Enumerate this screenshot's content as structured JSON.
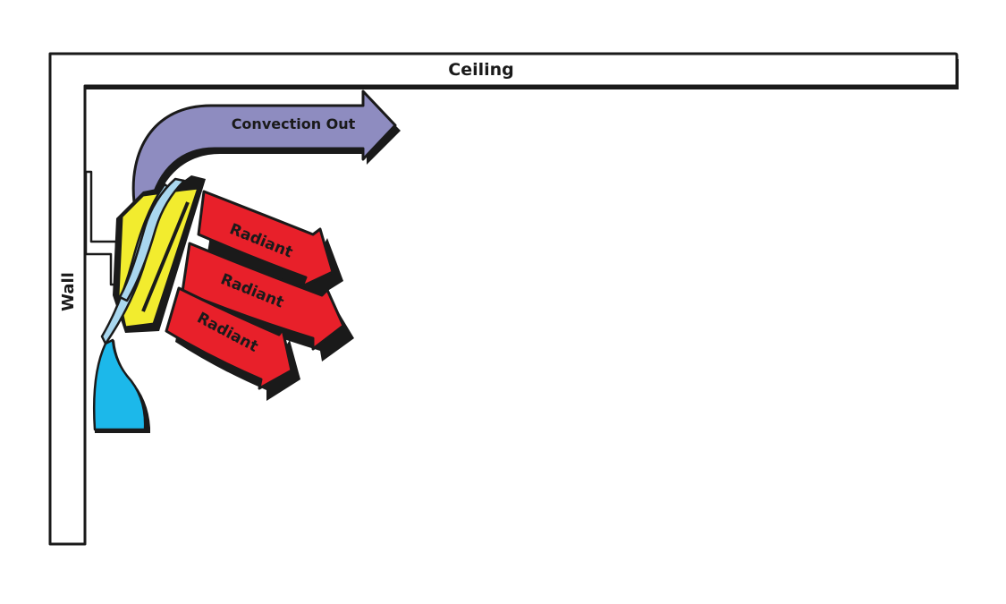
{
  "labels": {
    "ceiling": "Ceiling",
    "wall": "Wall",
    "convection": "Convection Out",
    "radiant_top": "Radiant",
    "radiant_middle": "Radiant",
    "radiant_bottom": "Radiant"
  },
  "colors": {
    "outline": "#1a1a1a",
    "structure_fill": "#ffffff",
    "convection_arrow": "#8e8cc0",
    "radiant_arrow": "#e8202a",
    "heater_body": "#f2ec2e",
    "air_streams": "#a9d7ef",
    "water_inlet": "#1cb8ea"
  }
}
